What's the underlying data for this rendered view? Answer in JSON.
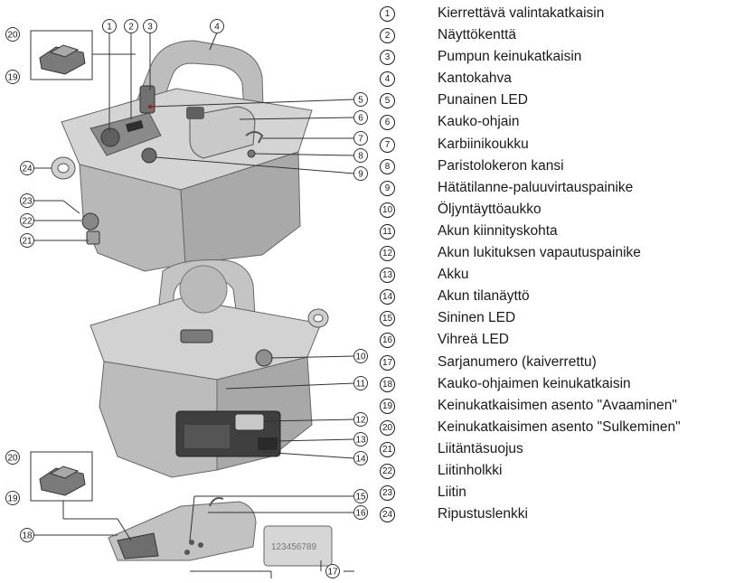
{
  "legend": [
    {
      "num": "1",
      "text": "Kierrettävä valintakatkaisin"
    },
    {
      "num": "2",
      "text": "Näyttökenttä"
    },
    {
      "num": "3",
      "text": "Pumpun keinukatkaisin"
    },
    {
      "num": "4",
      "text": "Kantokahva"
    },
    {
      "num": "5",
      "text": "Punainen LED"
    },
    {
      "num": "6",
      "text": "Kauko-ohjain"
    },
    {
      "num": "7",
      "text": "Karbiinikoukku"
    },
    {
      "num": "8",
      "text": "Paristolokeron kansi"
    },
    {
      "num": "9",
      "text": "Hätätilanne-paluuvirtauspainike"
    },
    {
      "num": "10",
      "text": "Öljyntäyttöaukko"
    },
    {
      "num": "11",
      "text": "Akun kiinnityskohta"
    },
    {
      "num": "12",
      "text": "Akun lukituksen vapautuspainike"
    },
    {
      "num": "13",
      "text": "Akku"
    },
    {
      "num": "14",
      "text": "Akun tilanäyttö"
    },
    {
      "num": "15",
      "text": "Sininen LED"
    },
    {
      "num": "16",
      "text": "Vihreä LED"
    },
    {
      "num": "17",
      "text": "Sarjanumero (kaiverrettu)"
    },
    {
      "num": "18",
      "text": "Kauko-ohjaimen keinukatkaisin"
    },
    {
      "num": "19",
      "text": "Keinukatkaisimen asento \"Avaaminen\""
    },
    {
      "num": "20",
      "text": "Keinukatkaisimen asento \"Sulkeminen\""
    },
    {
      "num": "21",
      "text": "Liitäntäsuojus"
    },
    {
      "num": "22",
      "text": "Liitinholkki"
    },
    {
      "num": "23",
      "text": "Liitin"
    },
    {
      "num": "24",
      "text": "Ripustuslenkki"
    }
  ],
  "figure": {
    "callouts_top": [
      "1",
      "2",
      "3",
      "4",
      "5",
      "6",
      "7",
      "8",
      "9",
      "20",
      "19",
      "24",
      "23",
      "22",
      "21"
    ],
    "callouts_middle": [
      "10",
      "11",
      "12",
      "13",
      "14"
    ],
    "callouts_bottom": [
      "15",
      "16",
      "17",
      "18",
      "20",
      "19"
    ],
    "serial_number": "123456789"
  }
}
